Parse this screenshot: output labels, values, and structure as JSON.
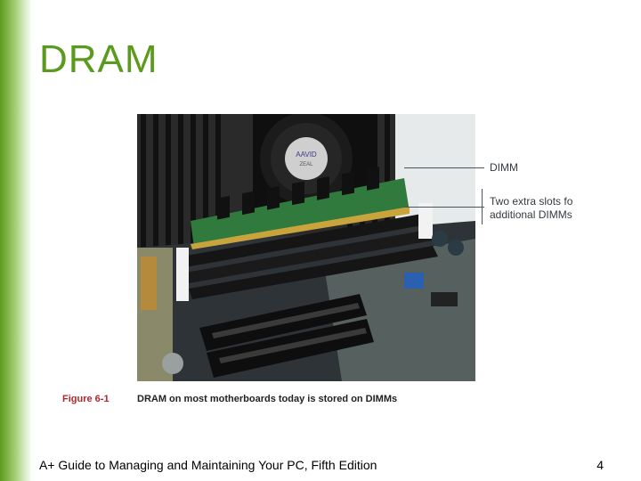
{
  "slide": {
    "title": "DRAM",
    "footer": "A+ Guide to Managing and Maintaining Your PC, Fifth Edition",
    "page_number": "4"
  },
  "figure": {
    "callout_dimm": "DIMM",
    "callout_slots_line1": "Two extra slots fo",
    "callout_slots_line2": "additional DIMMs",
    "fan_label_line1": "AAVID",
    "fan_label_line2": "ZEAL",
    "caption_label": "Figure 6-1",
    "caption_text": "DRAM on most motherboards today is stored on DIMMs"
  },
  "colors": {
    "title_green": "#5a9a1c",
    "caption_red": "#b3262c"
  }
}
